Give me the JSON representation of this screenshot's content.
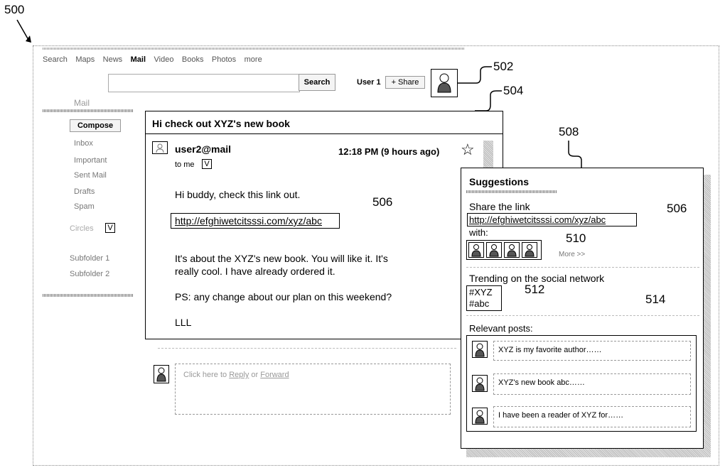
{
  "figure_ref": "500",
  "nav": {
    "items": [
      "Search",
      "Maps",
      "News",
      "Mail",
      "Video",
      "Books",
      "Photos",
      "more"
    ],
    "active": "Mail"
  },
  "search": {
    "button": "Search"
  },
  "header": {
    "user": "User 1",
    "share": "+ Share"
  },
  "sidebar": {
    "title": "Mail",
    "compose": "Compose",
    "items": [
      "Inbox",
      "Important",
      "Sent Mail",
      "Drafts",
      "Spam"
    ],
    "circles": "Circles",
    "circles_toggle": "V",
    "subfolders": [
      "Subfolder 1",
      "Subfolder 2"
    ]
  },
  "email": {
    "subject": "Hi check out XYZ's new book",
    "from": "user2@mail",
    "time": "12:18 PM (9 hours ago)",
    "to": "to me",
    "to_toggle": "V",
    "greeting": "Hi buddy, check this link out.",
    "link": "http://efghiwetcitsssi.com/xyz/abc",
    "body_line1": "It's about the XYZ's new book.  You will like it.  It's",
    "body_line2": "really cool.  I have already ordered it.",
    "ps": "PS: any change about our plan on this weekend?",
    "signature": "LLL",
    "star": "☆"
  },
  "reply": {
    "prompt": "Click here to",
    "reply": "Reply",
    "or": "or",
    "forward": "Forward"
  },
  "suggestions": {
    "title": "Suggestions",
    "share_label": "Share the link",
    "share_link": "http://efghiwetcitsssi.com/xyz/abc",
    "with": "with:",
    "more": "More >>",
    "trending_label": "Trending on the social network",
    "hashtags": [
      "#XYZ",
      "#abc"
    ],
    "relevant_label": "Relevant posts:",
    "posts": [
      "XYZ is my favorite author……",
      "XYZ's new book abc……",
      "I have been a reader of XYZ for……"
    ]
  },
  "refs": {
    "r502": "502",
    "r504": "504",
    "r506a": "506",
    "r506b": "506",
    "r508": "508",
    "r510": "510",
    "r512": "512",
    "r514": "514"
  }
}
